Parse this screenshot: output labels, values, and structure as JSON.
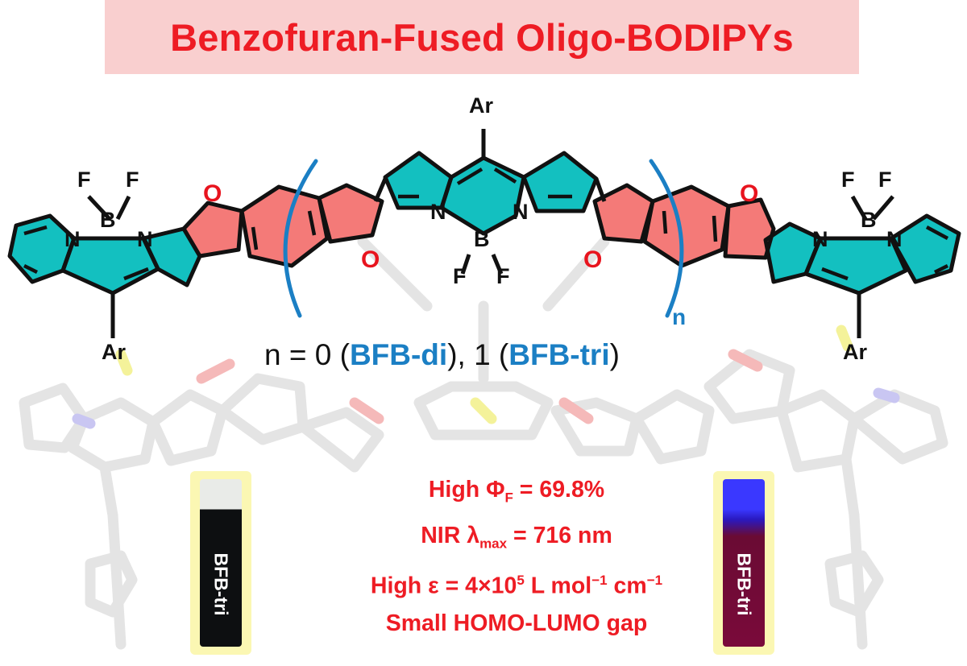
{
  "title": "Benzofuran-Fused Oligo-BODIPYs",
  "atoms": {
    "ar": "Ar",
    "f": "F",
    "b": "B",
    "n": "N",
    "o": "O"
  },
  "repeat_subscript": "n",
  "series": {
    "prefix": "n = 0 (",
    "di": "BFB-di",
    "middle": "), 1 (",
    "tri": "BFB-tri",
    "suffix": ")"
  },
  "properties": [
    "High ΦF = 69.8%",
    "NIR λmax = 716 nm",
    "High ε = 4×105 L mol−1 cm−1",
    "Small HOMO-LUMO gap"
  ],
  "property_parts": {
    "p1_a": "High Φ",
    "p1_sub": "F",
    "p1_b": " = 69.8%",
    "p2_a": "NIR λ",
    "p2_sub": "max",
    "p2_b": " = 716 nm",
    "p3_a": "High ε = 4×10",
    "p3_sup1": "5",
    "p3_b": " L mol",
    "p3_sup2": "−1",
    "p3_c": " cm",
    "p3_sup3": "−1",
    "p4": "Small HOMO-LUMO gap"
  },
  "vials": {
    "left_label": "BFB-tri",
    "right_label": "BFB-tri"
  },
  "colors": {
    "title": "#ee1c24",
    "title_background": "#f9cfcf",
    "pyrrole_ring": "#13c0c0",
    "furan_ring": "#f47a78",
    "bracket": "#1b7fc4",
    "highlight_text": "#1b7fc4",
    "property_text": "#ee1c24",
    "oxygen": "#e8141e"
  }
}
